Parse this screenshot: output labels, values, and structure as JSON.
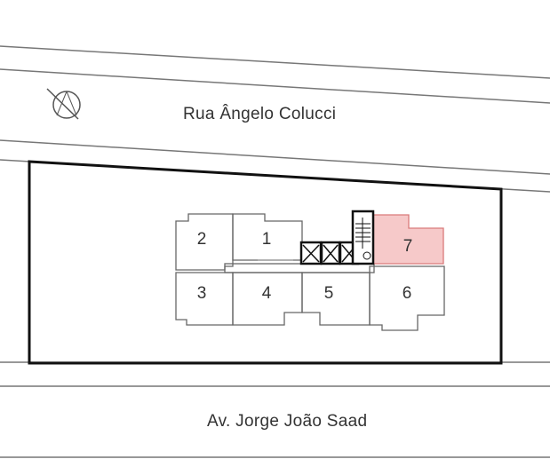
{
  "streets": {
    "top": "Rua Ângelo Colucci",
    "bottom": "Av. Jorge João Saad"
  },
  "units": [
    {
      "number": "1",
      "highlighted": false
    },
    {
      "number": "2",
      "highlighted": false
    },
    {
      "number": "3",
      "highlighted": false
    },
    {
      "number": "4",
      "highlighted": false
    },
    {
      "number": "5",
      "highlighted": false
    },
    {
      "number": "6",
      "highlighted": false
    },
    {
      "number": "7",
      "highlighted": true
    }
  ],
  "colors": {
    "highlight_fill": "#f6c9c9",
    "highlight_stroke": "#d97b7b",
    "line": "#555555",
    "lot_border": "#111111"
  }
}
